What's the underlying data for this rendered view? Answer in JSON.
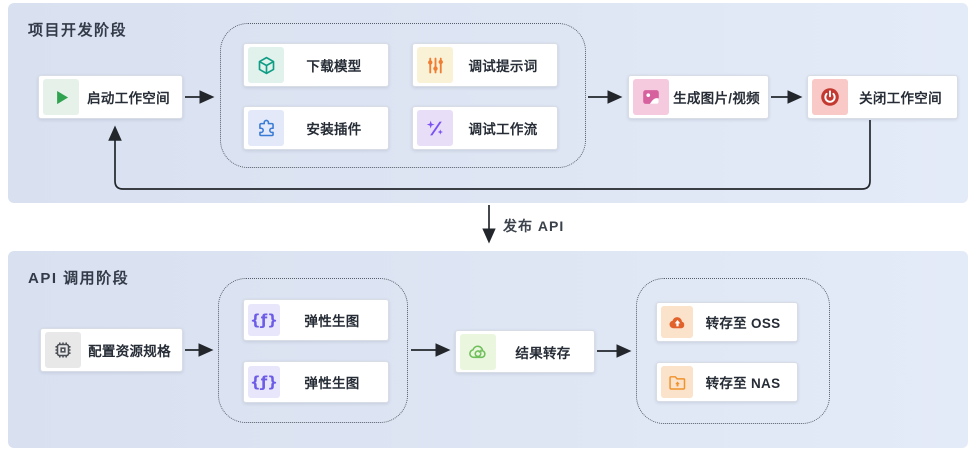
{
  "colors": {
    "section_bg": "#dee6f4",
    "node_bg": "#ffffff",
    "node_border": "#d8dce5",
    "edge": "#23272c",
    "play_green": "#2fa350",
    "cube_teal": "#0f9e85",
    "sliders_orange": "#ef8a33",
    "puzzle_blue": "#3a7bd5",
    "sparkle_purple": "#7a52f4",
    "image_pink": "#d6619e",
    "power_red": "#c4392f",
    "chip_gray": "#4a4e55",
    "function_purple": "#6c5ce7",
    "cloud_sync_green": "#6fbf5a",
    "cloud_up_orange": "#e2622b",
    "folder_orange": "#f0932b"
  },
  "sections": {
    "dev": {
      "title": "项目开发阶段",
      "nodes": {
        "start": {
          "label": "启动工作空间",
          "icon": "play-icon"
        },
        "download_model": {
          "label": "下载模型",
          "icon": "cube-icon"
        },
        "debug_prompt": {
          "label": "调试提示词",
          "icon": "sliders-icon"
        },
        "install_plugin": {
          "label": "安装插件",
          "icon": "puzzle-icon"
        },
        "debug_workflow": {
          "label": "调试工作流",
          "icon": "sparkle-slash-icon"
        },
        "generate_media": {
          "label": "生成图片/视频",
          "icon": "image-icon"
        },
        "stop_workspace": {
          "label": "关闭工作空间",
          "icon": "power-icon"
        }
      }
    },
    "api": {
      "title": "API 调用阶段",
      "nodes": {
        "configure_resources": {
          "label": "配置资源规格",
          "icon": "chip-icon"
        },
        "elastic_gen_1": {
          "label": "弹性生图",
          "icon": "function-icon"
        },
        "elastic_gen_2": {
          "label": "弹性生图",
          "icon": "function-icon"
        },
        "result_transfer": {
          "label": "结果转存",
          "icon": "cloud-sync-icon"
        },
        "to_oss": {
          "label": "转存至 OSS",
          "icon": "cloud-upload-icon"
        },
        "to_nas": {
          "label": "转存至 NAS",
          "icon": "folder-upload-icon"
        }
      }
    }
  },
  "flow": {
    "publish_api_label": "发布 API"
  }
}
